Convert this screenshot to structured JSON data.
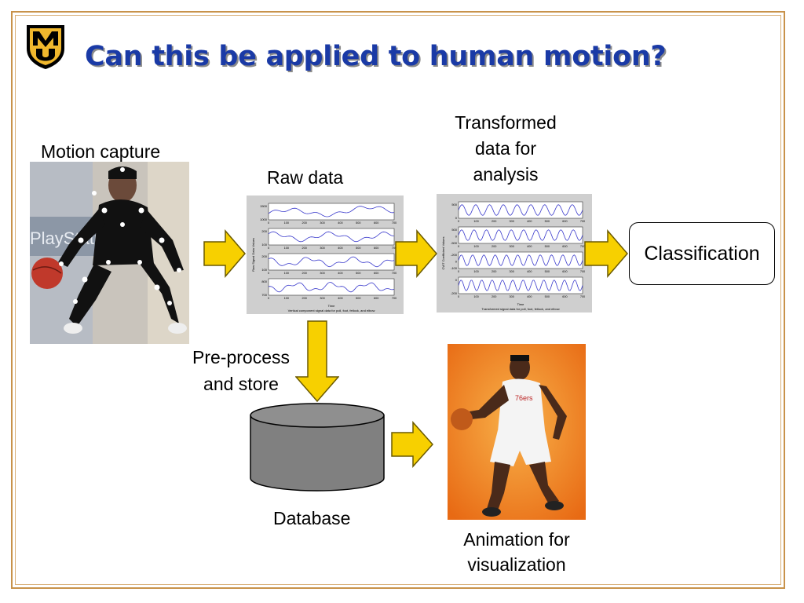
{
  "slide": {
    "title": "Can this be applied to human motion?",
    "logo_letters": "MU"
  },
  "labels": {
    "motion_capture": "Motion capture",
    "raw_data": "Raw data",
    "transformed_line1": "Transformed",
    "transformed_line2": "data for",
    "transformed_line3": "analysis",
    "classification": "Classification",
    "preprocess_line1": "Pre-process",
    "preprocess_line2": "and store",
    "database": "Database",
    "animation_line1": "Animation for",
    "animation_line2": "visualization"
  },
  "raw_plot": {
    "ylabel": "Raw Signal Data Values",
    "xlabel": "Time",
    "caption": "Vertical component signal data for poll, foot, fetlock, and elbow",
    "xticks": [
      "0",
      "100",
      "200",
      "300",
      "400",
      "500",
      "600",
      "700"
    ],
    "panel_yticks": [
      [
        "1500",
        "1000"
      ],
      [
        "200",
        "100"
      ],
      [
        "200",
        "100"
      ],
      [
        "800",
        "700"
      ]
    ]
  },
  "transformed_plot": {
    "ylabel": "CWT Coefficient Values",
    "xlabel": "Time",
    "caption": "Transformed signal data for poll, foot, fetlock, and elbow",
    "xticks": [
      "0",
      "100",
      "200",
      "300",
      "400",
      "500",
      "600",
      "700"
    ],
    "panel_yticks": [
      [
        "500",
        "0"
      ],
      [
        "500",
        "0",
        "-500"
      ],
      [
        "-200",
        "0",
        "-100"
      ],
      [
        "0",
        "-200"
      ]
    ]
  },
  "colors": {
    "title": "#1a3aa6",
    "arrow_fill": "#f7d000",
    "arrow_stroke": "#6b5a00",
    "frame": "#c8924a",
    "signal": "#3a3acc",
    "database": "#808080"
  }
}
